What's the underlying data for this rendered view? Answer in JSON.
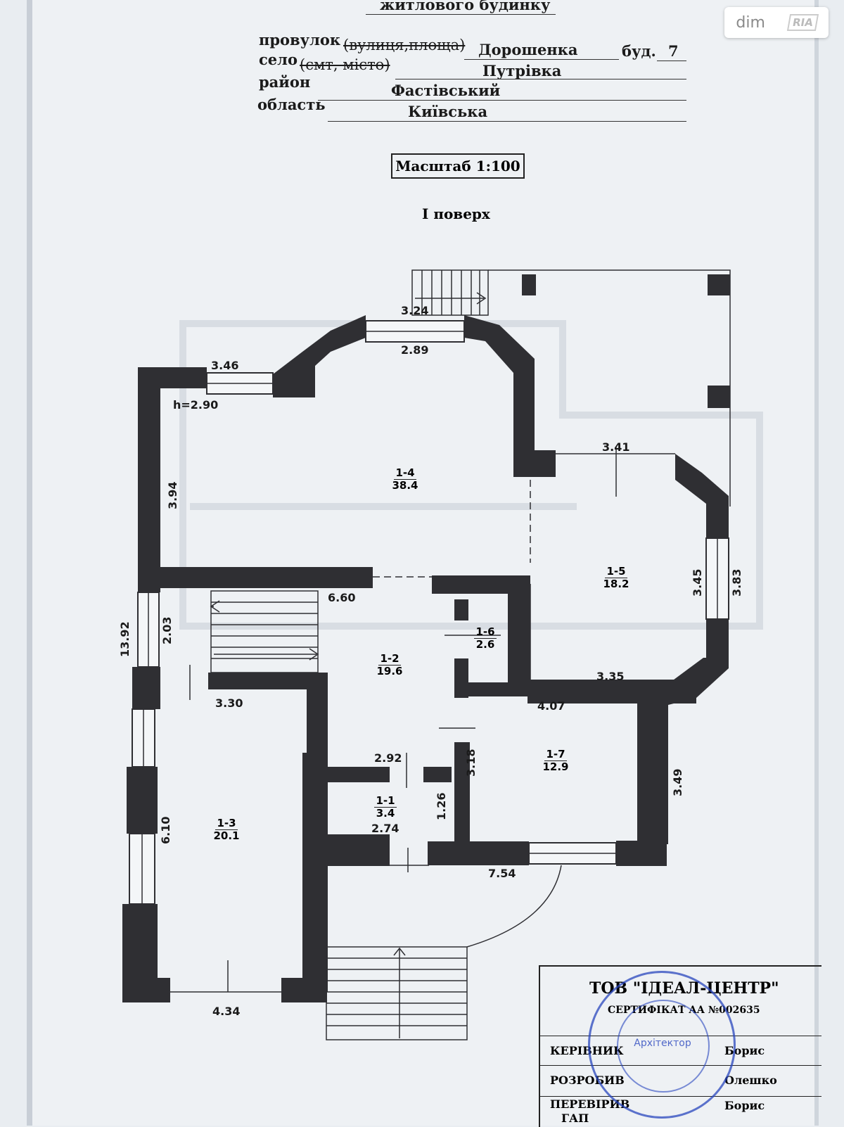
{
  "header": {
    "title": "житлового будинку",
    "street_label": "провулок",
    "street_struck": "(вулиця,площа)",
    "street_value": "Дорошенка",
    "house_label": "буд.",
    "house_value": "7",
    "village_label": "село",
    "village_struck": "(смт, місто)",
    "village_value": "Путрівка",
    "district_label": "район",
    "district_value": "Фастівський",
    "region_label": "область",
    "region_value": "Київська"
  },
  "scale_label": "Масштаб 1:100",
  "floor_label": "І поверх",
  "rooms": [
    {
      "id": "1-1",
      "area": "3.4"
    },
    {
      "id": "1-2",
      "area": "19.6"
    },
    {
      "id": "1-3",
      "area": "20.1"
    },
    {
      "id": "1-4",
      "area": "38.4"
    },
    {
      "id": "1-5",
      "area": "18.2"
    },
    {
      "id": "1-6",
      "area": "2.6"
    },
    {
      "id": "1-7",
      "area": "12.9"
    }
  ],
  "dimensions": {
    "d324": "3.24",
    "d289": "2.89",
    "d346": "3.46",
    "h290": "h=2.90",
    "d394": "3.94",
    "d341": "3.41",
    "d660": "6.60",
    "d1392": "13.92",
    "d203": "2.03",
    "d345": "3.45",
    "d383": "3.83",
    "d335": "3.35",
    "d330": "3.30",
    "d407": "4.07",
    "d292": "2.92",
    "d318": "3.18",
    "d349": "3.49",
    "d126": "1.26",
    "d274": "2.74",
    "d610": "6.10",
    "d754": "7.54",
    "d434": "4.34"
  },
  "stamp": {
    "company": "ТОВ \"ІДЕАЛ-ЦЕНТР\"",
    "certificate": "СЕРТИФІКАТ АА №002635",
    "rows": [
      {
        "role": "КЕРІВНИК",
        "name": "Борис"
      },
      {
        "role": "РОЗРОБИВ",
        "name": "Олешко"
      },
      {
        "role": "ПЕРЕВІРИВ",
        "name": "Борис"
      }
    ],
    "gap_label": "ГАП",
    "seal_text": "Архітектор"
  },
  "watermark": {
    "brand": "dim",
    "ria": "RIA"
  },
  "colors": {
    "wall": "#2f2f33",
    "paper": "#eef1f4",
    "seal": "#2846be"
  }
}
